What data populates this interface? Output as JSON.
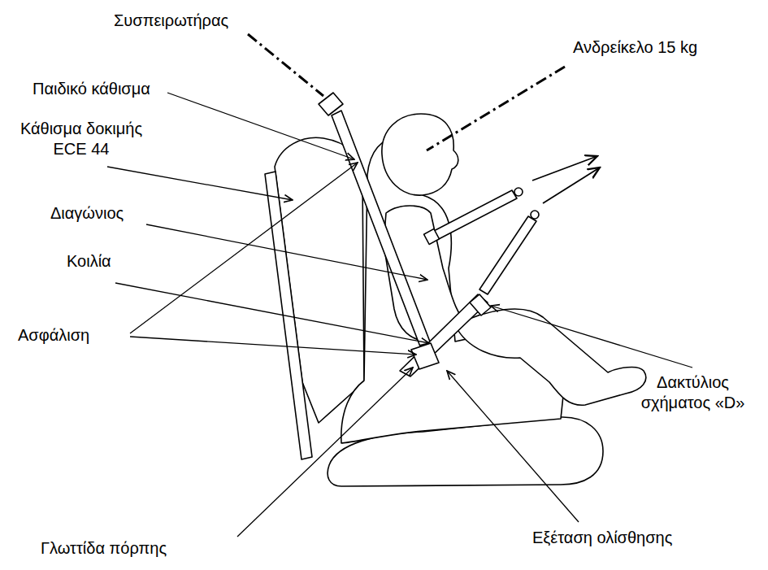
{
  "diagram": {
    "labels": [
      "Συσπειρωτήρας",
      "Ανδρείκελο 15 kg",
      "Παιδικό κάθισμα",
      "Κάθισμα δοκιμής ECE 44",
      "Διαγώνιος",
      "Κοιλία",
      "Ασφάλιση",
      "Δακτύλιος σχήματος «D»",
      "Γλωττίδα πόρπης",
      "Εξέταση ολίσθησης"
    ]
  }
}
